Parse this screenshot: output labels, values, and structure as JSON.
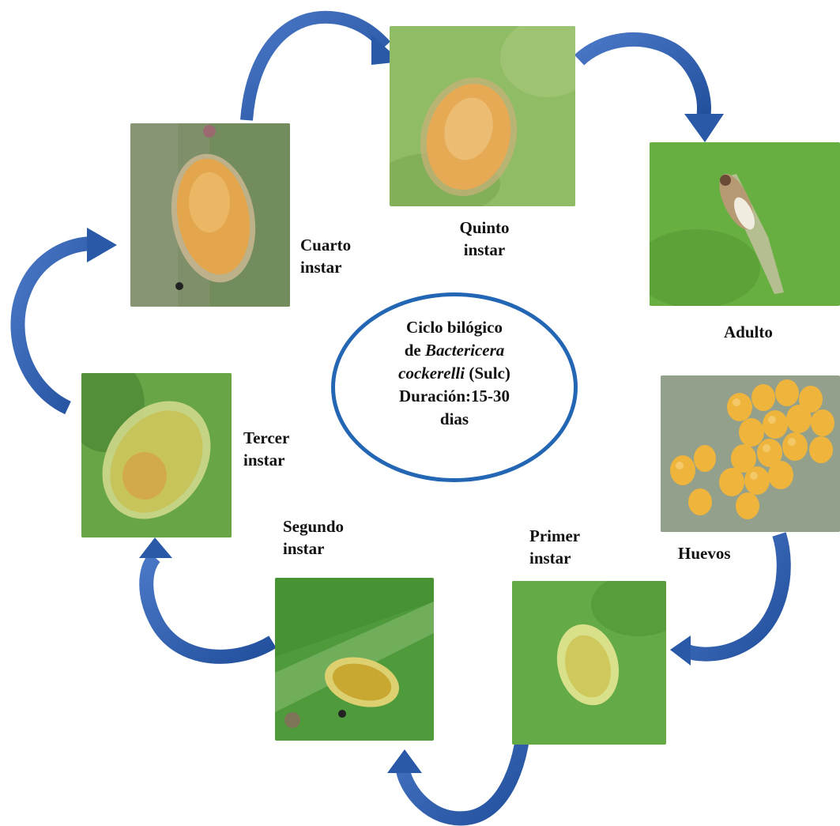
{
  "colors": {
    "arrow": "#3464b8",
    "arrow_dark": "#224f9c",
    "ellipse": "#2366b4",
    "leaf_green": "#6cae4c"
  },
  "stages": {
    "quinto": {
      "line1": "Quinto",
      "line2": "instar"
    },
    "cuarto": {
      "line1": "Cuarto",
      "line2": "instar"
    },
    "adulto": {
      "line1": "Adulto"
    },
    "tercer": {
      "line1": "Tercer",
      "line2": "instar"
    },
    "huevos": {
      "line1": "Huevos"
    },
    "segundo": {
      "line1": "Segundo",
      "line2": "instar"
    },
    "primer": {
      "line1": "Primer",
      "line2": "instar"
    }
  },
  "center": {
    "line1": "Ciclo bilógico",
    "line2_prefix": "de ",
    "line2_italic": "Bactericera",
    "line3_italic": "cockerelli",
    "line3_suffix": " (Sulc)",
    "line4": "Duración:15-30",
    "line5": "dias"
  }
}
